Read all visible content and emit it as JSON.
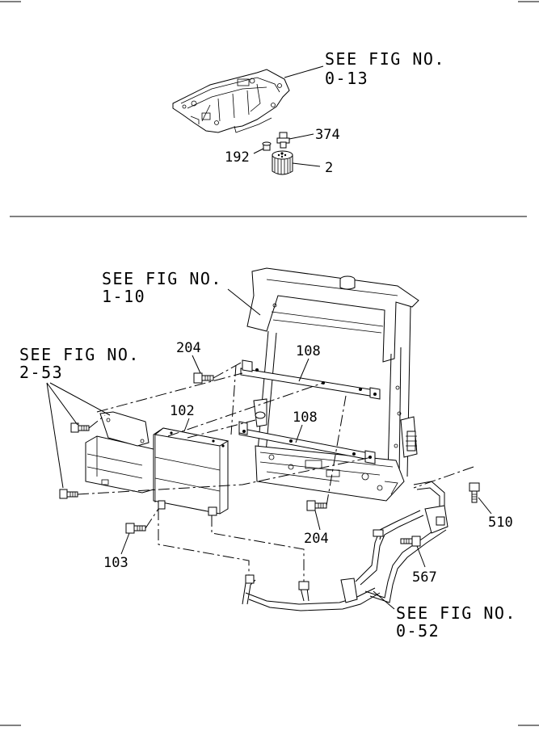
{
  "top_section": {
    "ref_oil_pan": {
      "line1": "SEE FIG NO.",
      "line2": "0-13"
    },
    "parts": [
      {
        "number": "374"
      },
      {
        "number": "192"
      },
      {
        "number": "2"
      }
    ]
  },
  "bottom_section": {
    "ref_radiator": {
      "line1": "SEE FIG NO.",
      "line2": "1-10"
    },
    "ref_intercooler": {
      "line1": "SEE FIG NO.",
      "line2": "2-53"
    },
    "ref_hoses": {
      "line1": "SEE FIG NO.",
      "line2": "0-52"
    },
    "parts": {
      "p204a": "204",
      "p108a": "108",
      "p102": "102",
      "p108b": "108",
      "p510": "510",
      "p204b": "204",
      "p103": "103",
      "p567": "567"
    }
  }
}
